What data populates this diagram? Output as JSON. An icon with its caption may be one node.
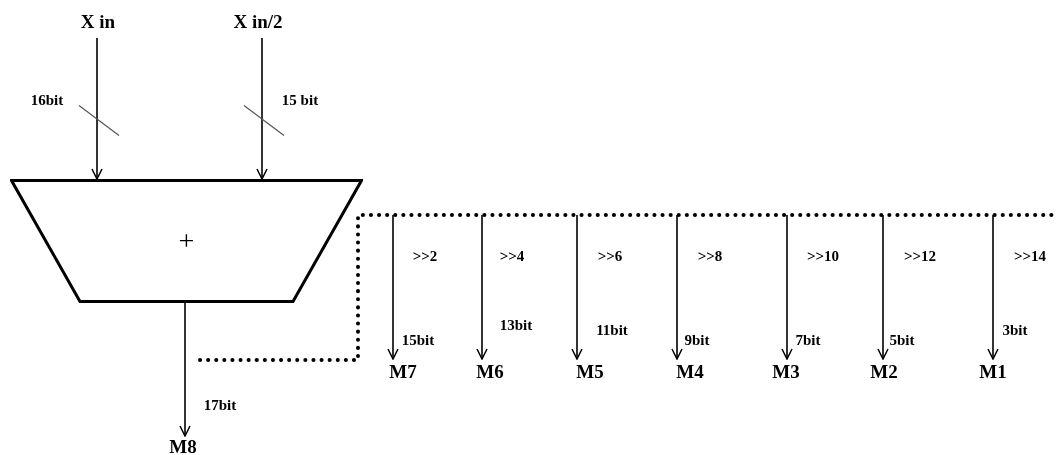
{
  "diagram": {
    "nodes": [
      {
        "text": [
          "X in"
        ]
      },
      {
        "text": [
          "X in/2"
        ]
      },
      {
        "text": [
          "+"
        ]
      },
      {
        "text": [
          "M8"
        ]
      },
      {
        "text": [
          "M7"
        ]
      },
      {
        "text": [
          "M6"
        ]
      },
      {
        "text": [
          "M5"
        ]
      },
      {
        "text": [
          "M4"
        ]
      },
      {
        "text": [
          "M3"
        ]
      },
      {
        "text": [
          "M2"
        ]
      },
      {
        "text": [
          "M1"
        ]
      }
    ],
    "edges": [
      {
        "from": 0,
        "to": 2,
        "arrow": "to",
        "label": "16bit"
      },
      {
        "from": 1,
        "to": 2,
        "arrow": "to",
        "label": "15 bit"
      },
      {
        "from": 2,
        "to": 3,
        "arrow": "to",
        "label": "17bit"
      },
      {
        "from": 2,
        "to": 4,
        "arrow": "to",
        "label": ">>2",
        "style": "dashed"
      },
      {
        "from": 2,
        "to": 5,
        "arrow": "to",
        "label": ">>4",
        "style": "dashed"
      },
      {
        "from": 2,
        "to": 6,
        "arrow": "to",
        "label": ">>6",
        "style": "dashed"
      },
      {
        "from": 2,
        "to": 7,
        "arrow": "to",
        "label": ">>8",
        "style": "dashed"
      },
      {
        "from": 2,
        "to": 8,
        "arrow": "to",
        "label": ">>10",
        "style": "dashed"
      },
      {
        "from": 2,
        "to": 9,
        "arrow": "to",
        "label": ">>12",
        "style": "dashed"
      },
      {
        "from": 2,
        "to": 10,
        "arrow": "to",
        "label": ">>14",
        "style": "dashed"
      }
    ],
    "labels": [
      "15bit",
      "13bit",
      "11bit",
      "9bit",
      "7bit",
      "5bit",
      "3bit"
    ]
  }
}
